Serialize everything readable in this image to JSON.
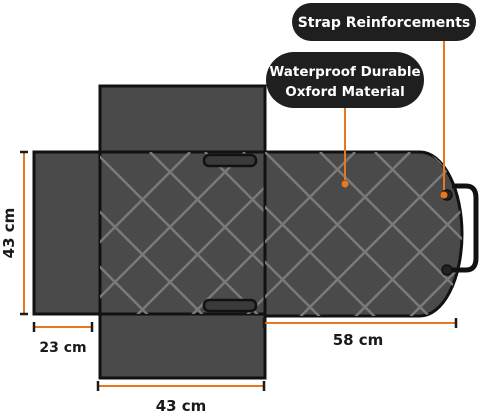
{
  "callouts": {
    "strap": "Strap Reinforcements",
    "material_line1": "Waterproof Durable",
    "material_line2": "Oxford Material"
  },
  "dimensions": {
    "left_height": "43 cm",
    "side_flap_width": "23 cm",
    "bottom_width": "43 cm",
    "body_length": "58 cm"
  },
  "colors": {
    "accent": "#e8771e",
    "fabric": "#4a4a4a",
    "outline": "#111111",
    "quilt": "#7a7a7a",
    "callout_bg": "#1f1f1f"
  }
}
